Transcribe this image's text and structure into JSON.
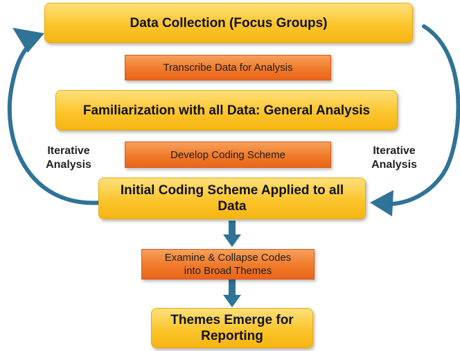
{
  "boxes": {
    "data_collection": "Data Collection (Focus Groups)",
    "transcribe": "Transcribe Data for Analysis",
    "familiarization": "Familiarization with all Data: General Analysis",
    "develop_coding": "Develop Coding Scheme",
    "initial_coding_line1": "Initial Coding Scheme Applied to all",
    "initial_coding_line2": "Data",
    "examine_line1": "Examine & Collapse Codes",
    "examine_line2": "into Broad Themes",
    "themes_line1": "Themes Emerge for",
    "themes_line2": "Reporting"
  },
  "labels": {
    "iterative_left_line1": "Iterative",
    "iterative_left_line2": "Analysis",
    "iterative_right_line1": "Iterative",
    "iterative_right_line2": "Analysis"
  },
  "colors": {
    "primary_box": "#fbc52c",
    "secondary_box": "#f07a2a",
    "arrow": "#2f7396"
  }
}
